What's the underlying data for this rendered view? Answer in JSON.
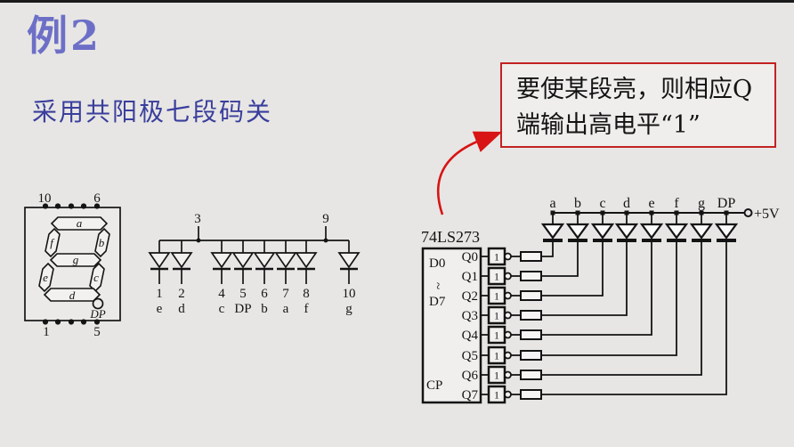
{
  "slide": {
    "title": "例2",
    "subtitle": "采用共阳极七段码关",
    "callout_line1": "要使某段亮，则相应Q",
    "callout_line2": "端输出高电平“1”"
  },
  "display": {
    "pin_top_left": "10",
    "pin_top_right": "6",
    "pin_bottom_left": "1",
    "pin_bottom_right": "5",
    "segments": [
      "a",
      "f",
      "b",
      "g",
      "e",
      "c",
      "d"
    ],
    "dp": "DP"
  },
  "pin_diagram": {
    "common_pin_left": "3",
    "common_pin_right": "9",
    "pins": [
      "1",
      "2",
      "4",
      "5",
      "6",
      "7",
      "8",
      "10"
    ],
    "segs": [
      "e",
      "d",
      "c",
      "DP",
      "b",
      "a",
      "f",
      "g"
    ]
  },
  "circuit": {
    "chip_label": "74LS273",
    "d_first": "D0",
    "d_range": "~",
    "d_last": "D7",
    "clock": "CP",
    "outputs": [
      "Q0",
      "Q1",
      "Q2",
      "Q3",
      "Q4",
      "Q5",
      "Q6",
      "Q7"
    ],
    "gate_label": "1",
    "led_labels": [
      "a",
      "b",
      "c",
      "d",
      "e",
      "f",
      "g",
      "DP"
    ],
    "supply": "+5V"
  },
  "colors": {
    "background": "#e7e6e4",
    "title": "#6d6fc7",
    "subtitle": "#3a3e9c",
    "callout_border": "#c32222",
    "arrow": "#d81414",
    "ink": "#141414"
  }
}
